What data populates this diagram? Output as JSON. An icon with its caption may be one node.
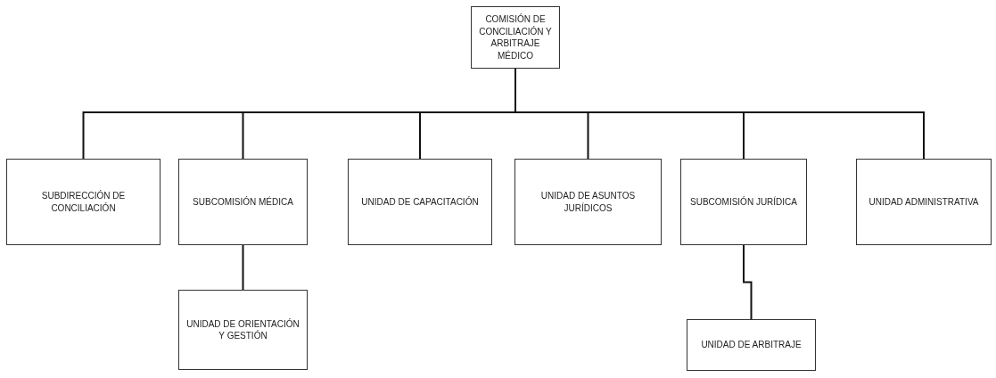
{
  "diagram": {
    "nodes": [
      {
        "text": [
          "COMISIÓN DE CONCILIACIÓN Y ARBITRAJE MÉDICO"
        ]
      },
      {
        "text": [
          "SUBDIRECCIÓN DE CONCILIACIÓN"
        ]
      },
      {
        "text": [
          "SUBCOMISIÓN MÉDICA"
        ]
      },
      {
        "text": [
          "UNIDAD DE CAPACITACIÓN"
        ]
      },
      {
        "text": [
          "UNIDAD DE ASUNTOS JURÍDICOS"
        ]
      },
      {
        "text": [
          "SUBCOMISIÓN JURÍDICA"
        ]
      },
      {
        "text": [
          "UNIDAD ADMINISTRATIVA"
        ]
      },
      {
        "text": [
          "UNIDAD DE ORIENTACIÓN Y GESTIÓN"
        ]
      },
      {
        "text": [
          "UNIDAD DE ARBITRAJE"
        ]
      }
    ],
    "edges": [
      {
        "from": 0,
        "to": 1,
        "arrow": "none"
      },
      {
        "from": 0,
        "to": 2,
        "arrow": "none"
      },
      {
        "from": 0,
        "to": 3,
        "arrow": "none"
      },
      {
        "from": 0,
        "to": 4,
        "arrow": "none"
      },
      {
        "from": 0,
        "to": 5,
        "arrow": "none"
      },
      {
        "from": 0,
        "to": 6,
        "arrow": "none"
      },
      {
        "from": 2,
        "to": 7,
        "arrow": "none"
      },
      {
        "from": 5,
        "to": 8,
        "arrow": "none"
      }
    ]
  }
}
